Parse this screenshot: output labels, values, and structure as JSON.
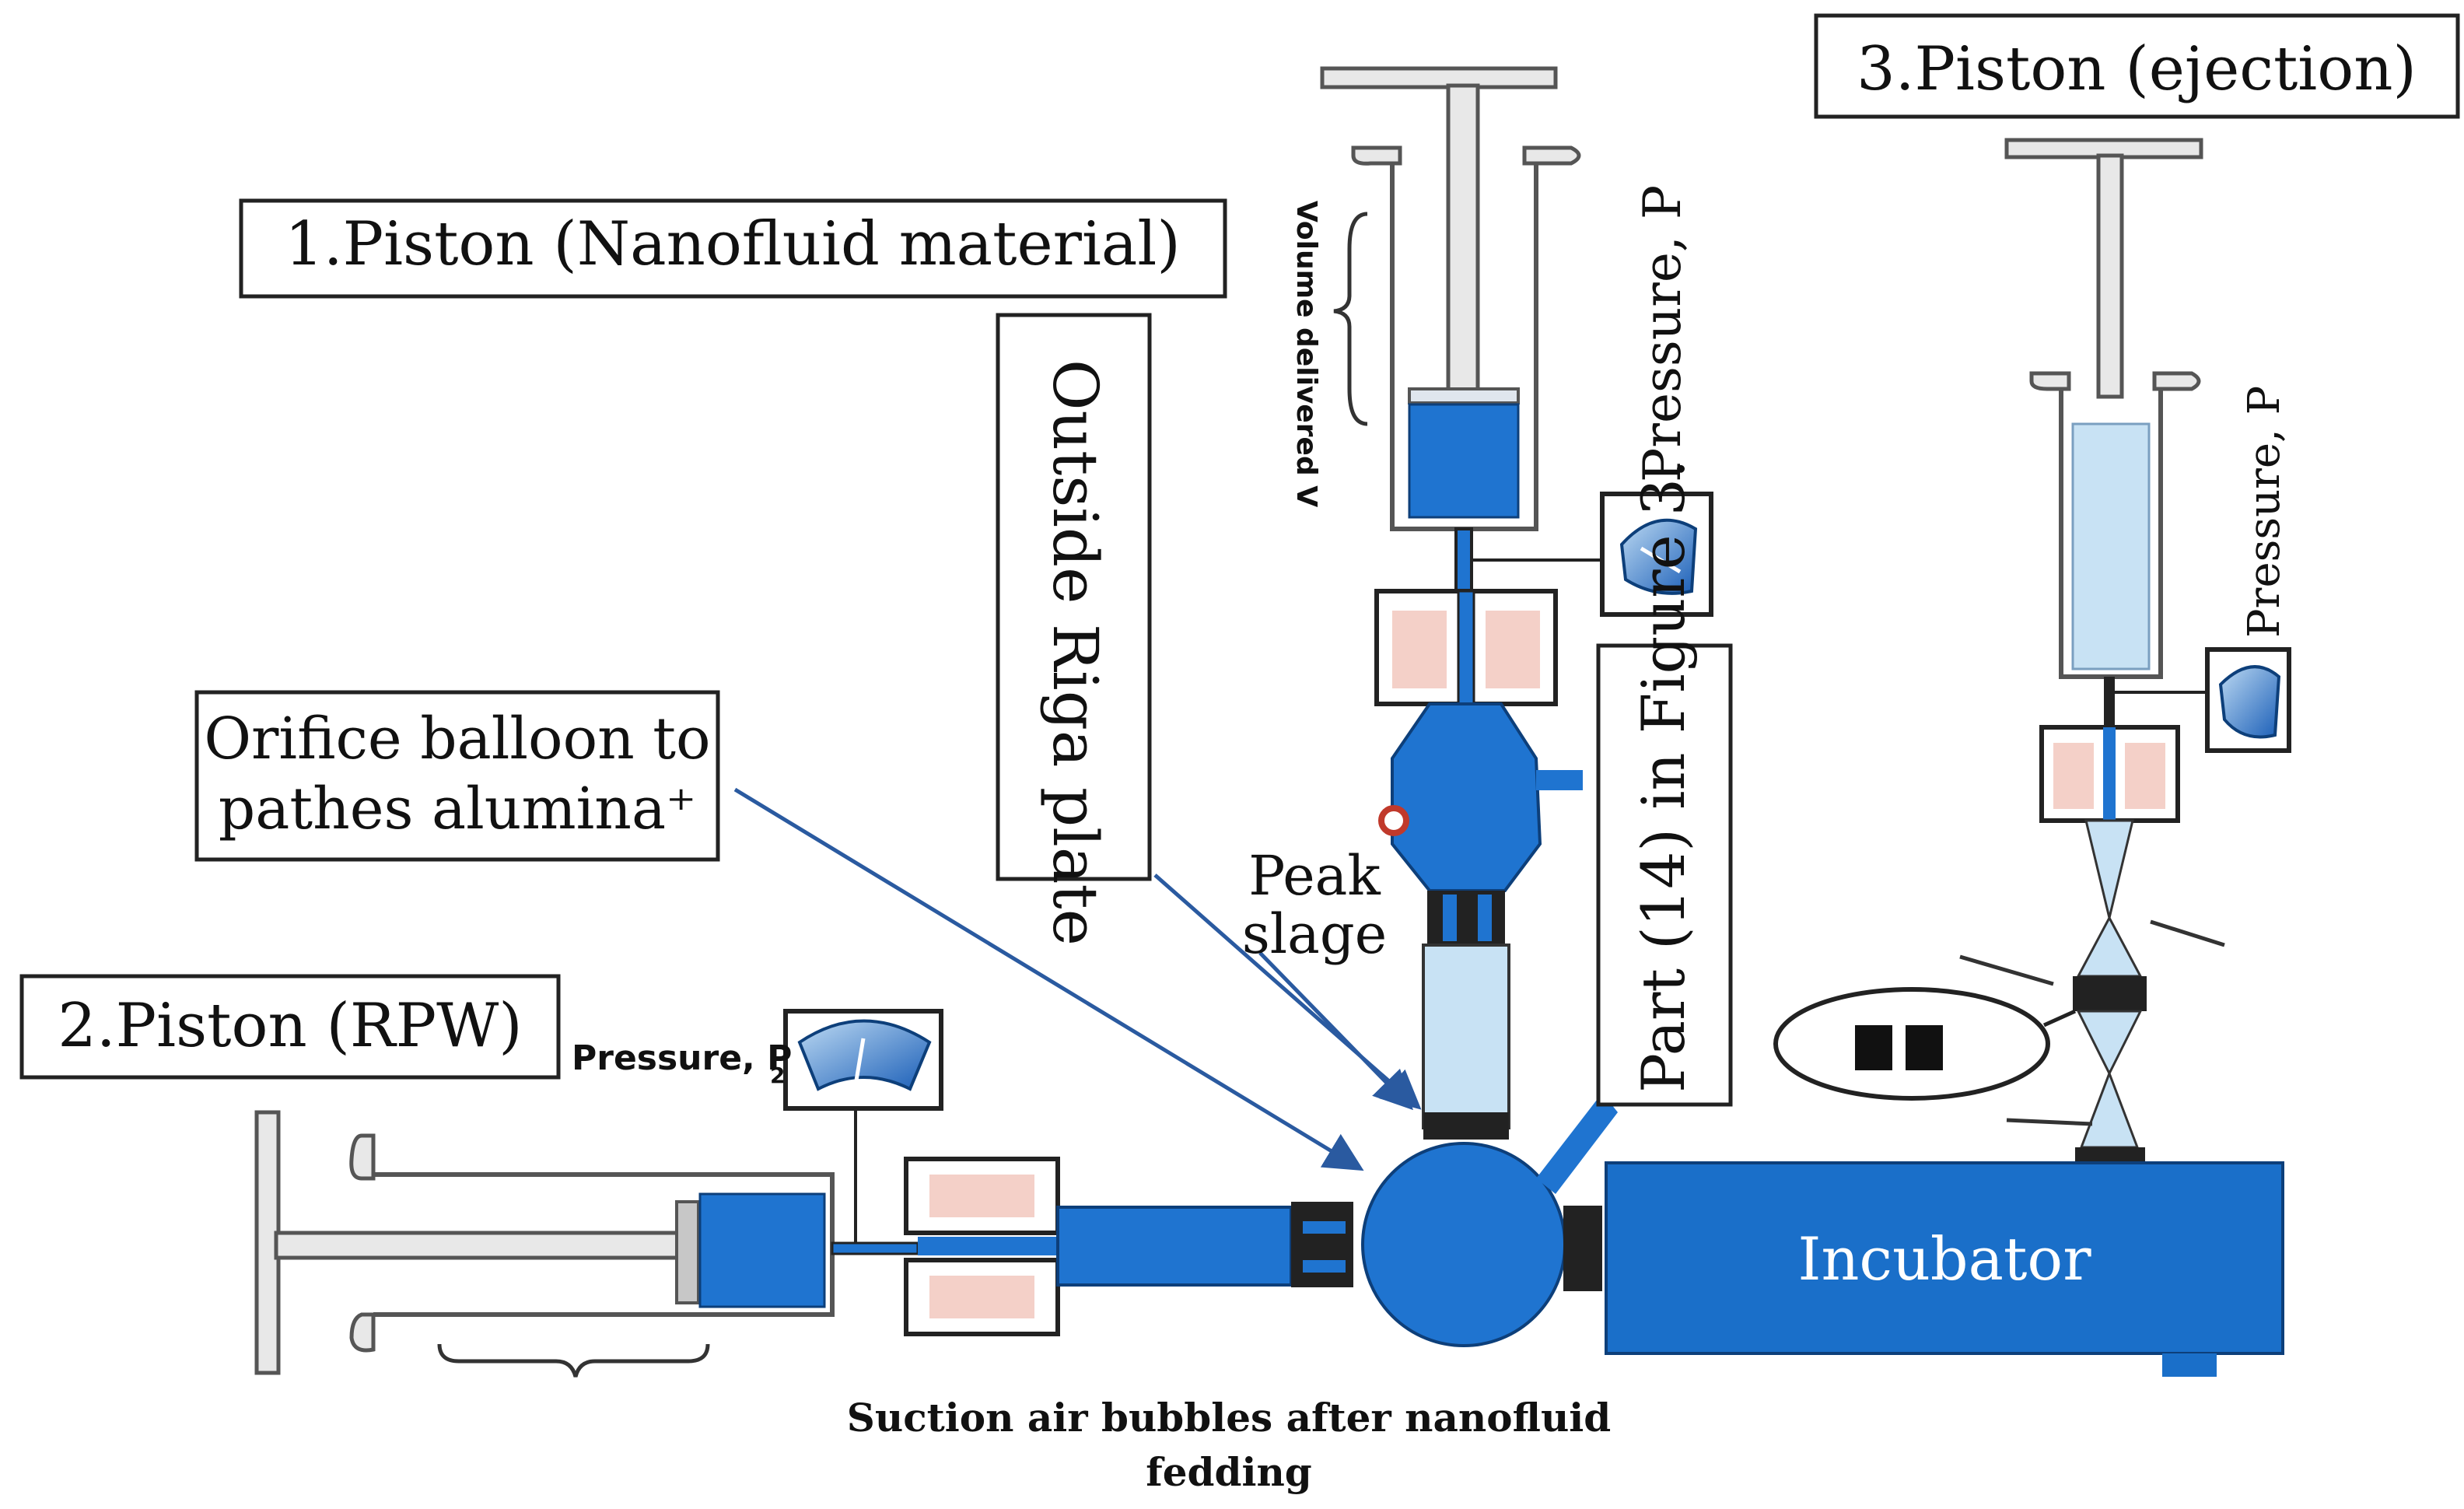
{
  "labels": {
    "piston1": "1.Piston (Nanofluid material)",
    "piston2": "2.Piston (RPW)",
    "piston3": "3.Piston (ejection)",
    "outside_riga": "Outside Riga plate",
    "part14": "Part (14) in Figure 3.",
    "orifice_line1": "Orifice balloon to",
    "orifice_line2": "pathes alumina⁺",
    "peak_line1": "Peak",
    "peak_line2": "slage",
    "volume_delivered": "Volume delivered V",
    "pressure_p": "Pressure, P",
    "pressure_p3": "Pressure, P",
    "pressure_p2": "Pressure, P",
    "pressure_p2_sub": "2",
    "incubator": "Incubator",
    "caption_line1": "Suction air bubbles after nanofluid",
    "caption_line2": "fedding"
  },
  "colors": {
    "fluid_blue": "#1f74d0",
    "light_fluid": "#c8e2f4",
    "incubator_blue": "#1a6fc9",
    "heater_pink": "#f4d0c8",
    "barrel_grey": "#d9d9d9",
    "arrow_blue": "#2a5aa0"
  },
  "icons": [
    "pressure-gauge-icon",
    "syringe-icon",
    "heater-block-icon",
    "balloon-chamber-icon"
  ]
}
